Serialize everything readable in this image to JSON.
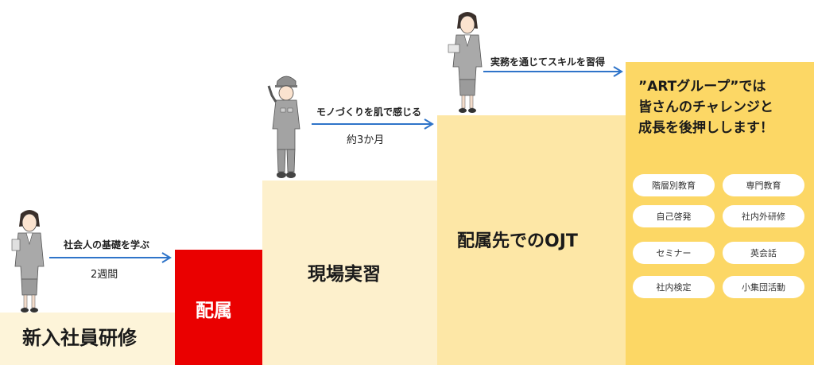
{
  "steps": {
    "newhire": {
      "label": "新入社員研修",
      "caption": "社会人の基礎を学ぶ",
      "duration": "2週間"
    },
    "assign": {
      "label": "配属"
    },
    "onsite": {
      "label": "現場実習",
      "caption": "モノづくりを肌で感じる",
      "duration": "約3か月"
    },
    "ojt": {
      "label": "配属先でのOJT",
      "caption": "実務を通じてスキルを習得"
    }
  },
  "support": {
    "headline": [
      "”ARTグループ”では",
      "皆さんのチャレンジと",
      "成長を後押しします！"
    ],
    "programs": [
      "階層別教育",
      "専門教育",
      "自己啓発",
      "社内外研修",
      "セミナー",
      "英会話",
      "社内検定",
      "小集団活動"
    ]
  },
  "colors": {
    "step1": "#fdf4d9",
    "step2": "#ea0000",
    "step3": "#fdf0cc",
    "step4": "#fde7a6",
    "step5": "#fcd765",
    "arrow": "#2f74c9"
  }
}
